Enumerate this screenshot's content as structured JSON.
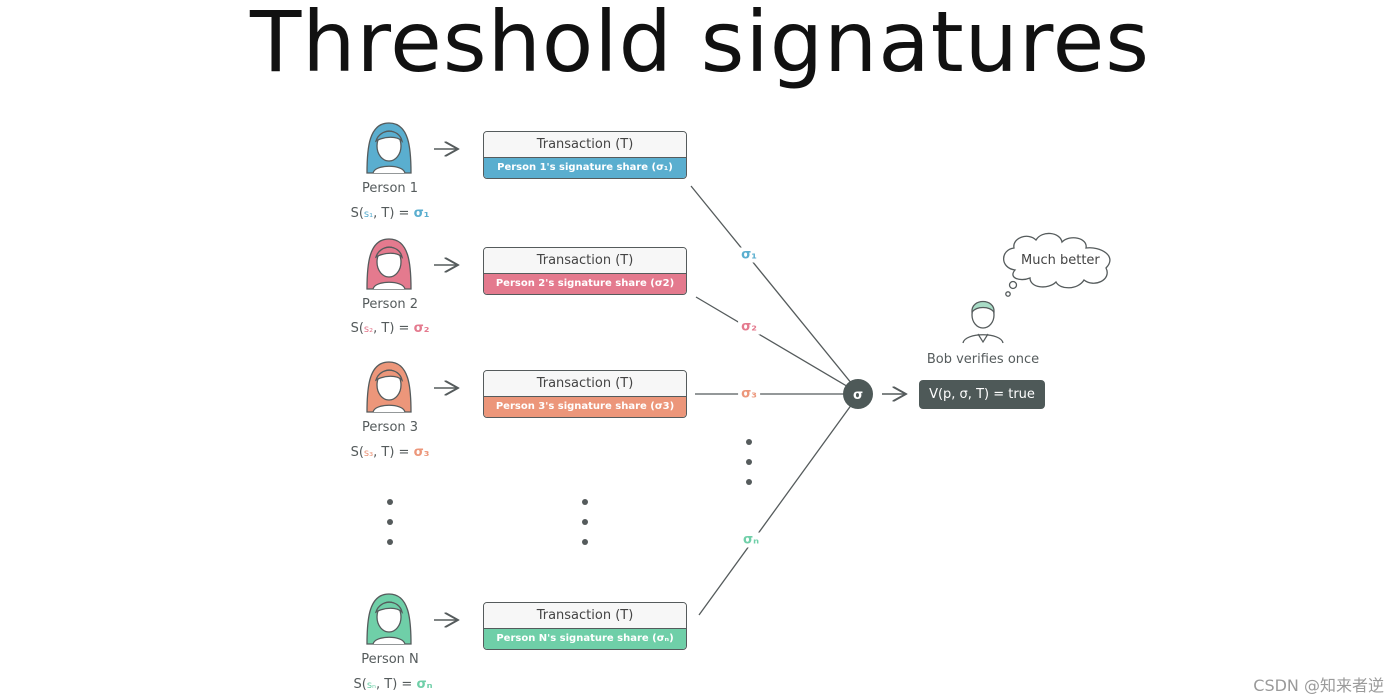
{
  "title": "Threshold signatures",
  "colors": {
    "person1": "#5aaecf",
    "person2": "#e47a8e",
    "person3": "#ec967a",
    "personN": "#6fcfa8",
    "dark": "#4e5958",
    "stroke": "#555b5c"
  },
  "people": [
    {
      "name": "Person 1",
      "sign_pre": "S(",
      "sign_key": "s₁",
      "sign_mid": ", T) = ",
      "sign_sig": "σ₁",
      "tx_label": "Transaction (T)",
      "share_label": "Person 1's signature share (σ₁)",
      "edge_label": "σ₁",
      "color_key": "person1"
    },
    {
      "name": "Person 2",
      "sign_pre": "S(",
      "sign_key": "s₂",
      "sign_mid": ", T) = ",
      "sign_sig": "σ₂",
      "tx_label": "Transaction (T)",
      "share_label": "Person 2's signature share (σ2)",
      "edge_label": "σ₂",
      "color_key": "person2"
    },
    {
      "name": "Person 3",
      "sign_pre": "S(",
      "sign_key": "s₃",
      "sign_mid": ", T) = ",
      "sign_sig": "σ₃",
      "tx_label": "Transaction (T)",
      "share_label": "Person 3's signature share (σ3)",
      "edge_label": "σ₃",
      "color_key": "person3"
    },
    {
      "name": "Person N",
      "sign_pre": "S(",
      "sign_key": "sₙ",
      "sign_mid": ", T) = ",
      "sign_sig": "σₙ",
      "tx_label": "Transaction (T)",
      "share_label": "Person N's signature share (σₙ)",
      "edge_label": "σₙ",
      "color_key": "personN"
    }
  ],
  "aggregate_label": "σ",
  "verifier": {
    "name": "Bob verifies once",
    "thought": "Much better",
    "result": "V(p, σ, T) = true"
  },
  "watermark": "CSDN @知来者逆"
}
